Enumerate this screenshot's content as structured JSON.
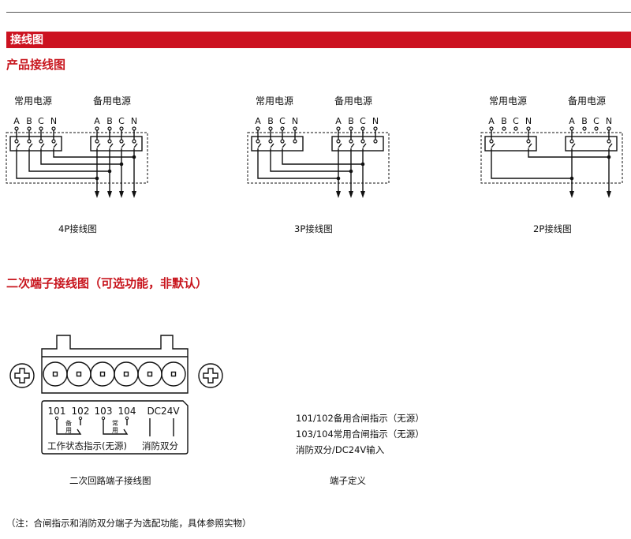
{
  "header": {
    "band_title": "接线图",
    "section1_title": "产品接线图",
    "section2_title": "二次端子接线图（可选功能，非默认）"
  },
  "wiring": {
    "normal_source": "常用电源",
    "backup_source": "备用电源",
    "poles": [
      "A",
      "B",
      "C",
      "N"
    ],
    "diagrams": [
      {
        "caption": "4P接线图",
        "connected": [
          "A",
          "B",
          "C",
          "N"
        ]
      },
      {
        "caption": "3P接线图",
        "connected": [
          "A",
          "B",
          "C"
        ]
      },
      {
        "caption": "2P接线图",
        "connected": [
          "A",
          "N"
        ]
      }
    ]
  },
  "terminal": {
    "labels": [
      "101",
      "102",
      "103",
      "104",
      "DC24V"
    ],
    "backup_mark": [
      "备",
      "用"
    ],
    "normal_mark": [
      "常",
      "用"
    ],
    "status_text": "工作状态指示(无源)",
    "fire_text": "消防双分",
    "caption": "二次回路端子接线图"
  },
  "definitions": {
    "lines": [
      "101/102备用合闸指示（无源）",
      "103/104常用合闸指示（无源）",
      "消防双分/DC24V输入"
    ],
    "caption": "端子定义"
  },
  "note": "（注：合闸指示和消防双分端子为选配功能，具体参照实物）"
}
